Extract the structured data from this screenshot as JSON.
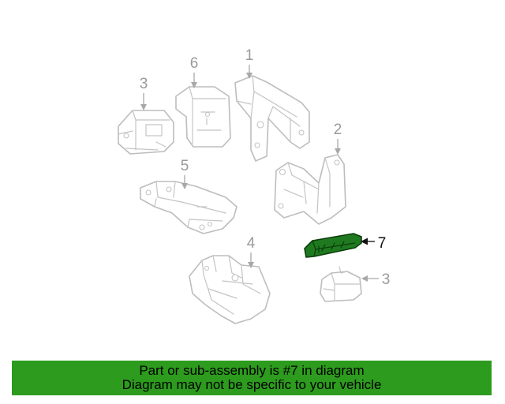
{
  "callouts": {
    "c1": "1",
    "c2": "2",
    "c3a": "3",
    "c3b": "3",
    "c4": "4",
    "c5": "5",
    "c6": "6",
    "c7": "7"
  },
  "highlighted_part": "7",
  "colors": {
    "highlight_fill": "#1f7a1f",
    "banner_background": "#2d9b1e"
  },
  "banner": {
    "line1": "Part or sub-assembly is #7 in diagram",
    "line2": "Diagram may not be specific to your vehicle"
  }
}
